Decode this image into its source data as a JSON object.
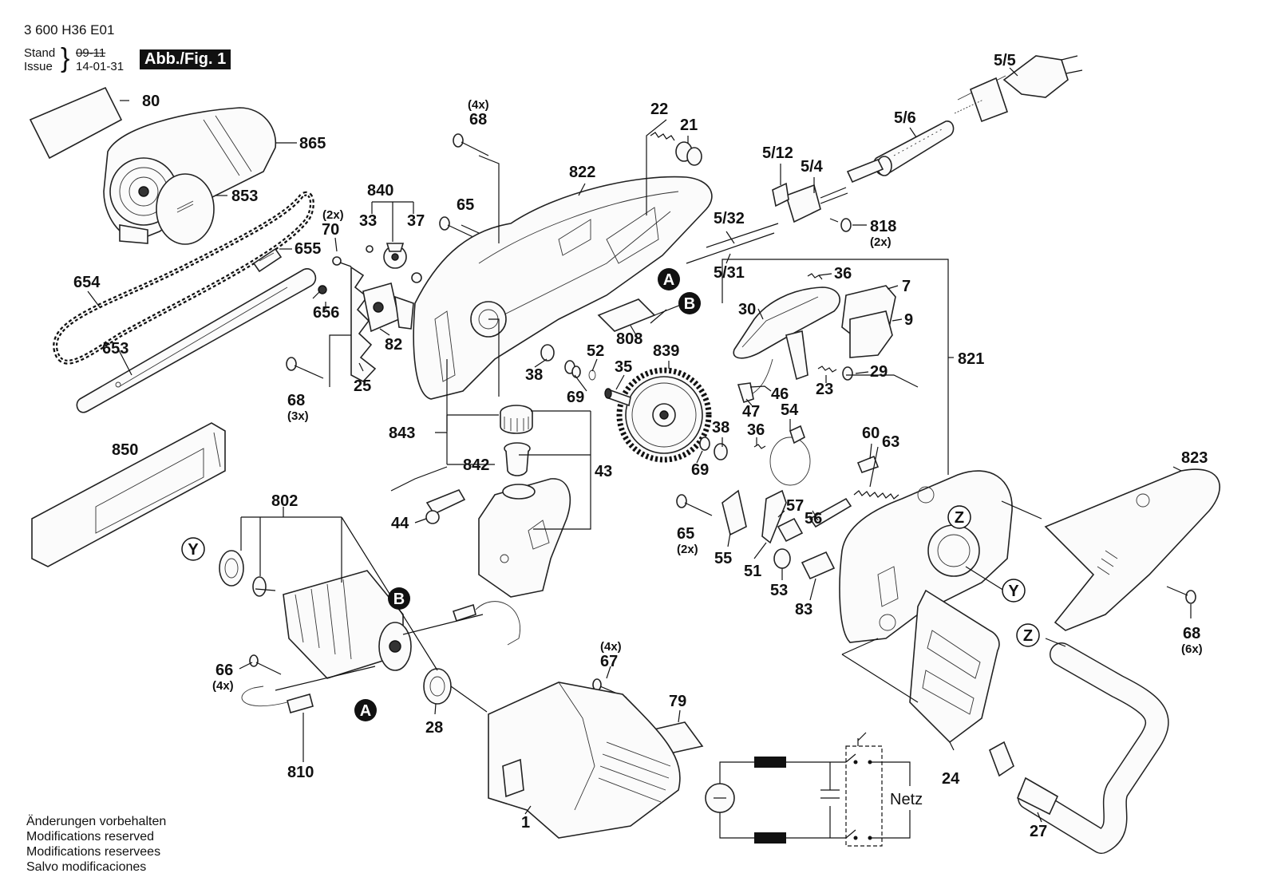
{
  "header": {
    "doc_number": "3 600 H36 E01",
    "stand_label": "Stand",
    "issue_label": "Issue",
    "stand_date": "09-11",
    "issue_date": "14-01-31",
    "figure_label": "Abb./Fig. 1"
  },
  "footer": {
    "notes": [
      "Änderungen vorbehalten",
      "Modifications reserved",
      "Modifications reservees",
      "Salvo modificaciones"
    ]
  },
  "parts": {
    "p80": "80",
    "p865": "865",
    "p853": "853",
    "p654": "654",
    "p653": "653",
    "p850": "850",
    "p655": "655",
    "p656": "656",
    "p70": "70",
    "p70_qty": "(2x)",
    "p840": "840",
    "p33": "33",
    "p37": "37",
    "p82": "82",
    "p25": "25",
    "p68a": "68",
    "p68a_qty": "(4x)",
    "p68b": "68",
    "p68b_qty": "(3x)",
    "p68c": "68",
    "p68c_qty": "(6x)",
    "p65a": "65",
    "p65b": "65",
    "p65b_qty": "(2x)",
    "p822": "822",
    "p22": "22",
    "p21": "21",
    "p808": "808",
    "p839": "839",
    "p38a": "38",
    "p38b": "38",
    "p69a": "69",
    "p69b": "69",
    "p52": "52",
    "p35": "35",
    "p843": "843",
    "p842": "842",
    "p43": "43",
    "p44": "44",
    "p5_5": "5/5",
    "p5_6": "5/6",
    "p5_12": "5/12",
    "p5_4": "5/4",
    "p5_32": "5/32",
    "p5_31": "5/31",
    "p818": "818",
    "p818_qty": "(2x)",
    "p821": "821",
    "p36a": "36",
    "p36b": "36",
    "p7": "7",
    "p9": "9",
    "p30": "30",
    "p29": "29",
    "p23": "23",
    "p46": "46",
    "p47": "47",
    "p54": "54",
    "p60": "60",
    "p63": "63",
    "p57": "57",
    "p56": "56",
    "p55": "55",
    "p51": "51",
    "p53": "53",
    "p83": "83",
    "p823": "823",
    "p802": "802",
    "p66": "66",
    "p66_qty": "(4x)",
    "p810": "810",
    "p28": "28",
    "p67": "67",
    "p67_qty": "(4x)",
    "p79": "79",
    "p1": "1",
    "p24": "24",
    "p27": "27"
  },
  "markers": {
    "A": "A",
    "B": "B",
    "Y": "Y",
    "Z": "Z"
  },
  "circuit": {
    "mains_label": "Netz"
  }
}
